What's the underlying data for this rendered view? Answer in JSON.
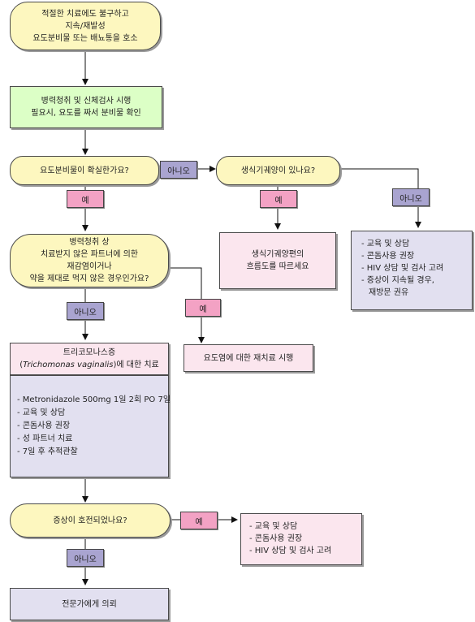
{
  "nodes": {
    "n1": [
      "적절한 치료에도 불구하고",
      "지속/재발성",
      "요도분비물 또는 배뇨통을 호소"
    ],
    "n2": [
      "병력청취 및 신체검사 시행",
      "필요시, 요도를 짜서 분비물 확인"
    ],
    "q1": "요도분비물이 확실한가요?",
    "q2": "생식기궤양이 있나요?",
    "ulcer": [
      "생식기궤양편의",
      "흐름도를 따르세요"
    ],
    "right_list": [
      "- 교육 및 상담",
      "- 콘돔사용 권장",
      "- HIV 상담 및 검사 고려",
      "- 증상이 지속될 경우,",
      "  재방문 권유"
    ],
    "q3": [
      "병력청취 상",
      "치료받지 않은 파트너에 의한",
      "재감염이거나",
      "약을 제대로 먹지 않은 경우인가요?"
    ],
    "retreat": "요도염에 대한 재치료 시행",
    "tri_title_1": "트리코모나스증",
    "tri_title_2a": "(",
    "tri_title_2b": "Trichomonas vaginalis",
    "tri_title_2c": ")에 대한 치료",
    "tri_list": [
      "- Metronidazole 500mg 1일 2회 PO 7일",
      "- 교육 및 상담",
      "- 콘돔사용 권장",
      "- 성 파트너 치료",
      "- 7일 후 추적관찰"
    ],
    "q4": "증상이 호전되었나요?",
    "improved_list": [
      "- 교육 및 상담",
      "- 콘돔사용 권장",
      "- HIV 상담 및 검사 고려"
    ],
    "refer": "전문가에게 의뢰"
  },
  "tags": {
    "yes": "예",
    "no": "아니오"
  },
  "colors": {
    "yellow": "#fdf7bf",
    "green": "#dcffc6",
    "pink_tag": "#f3a2c4",
    "purple_tag": "#a9a4d0",
    "pink_box": "#fbe6ee",
    "lavender_box": "#e2e0f0"
  }
}
